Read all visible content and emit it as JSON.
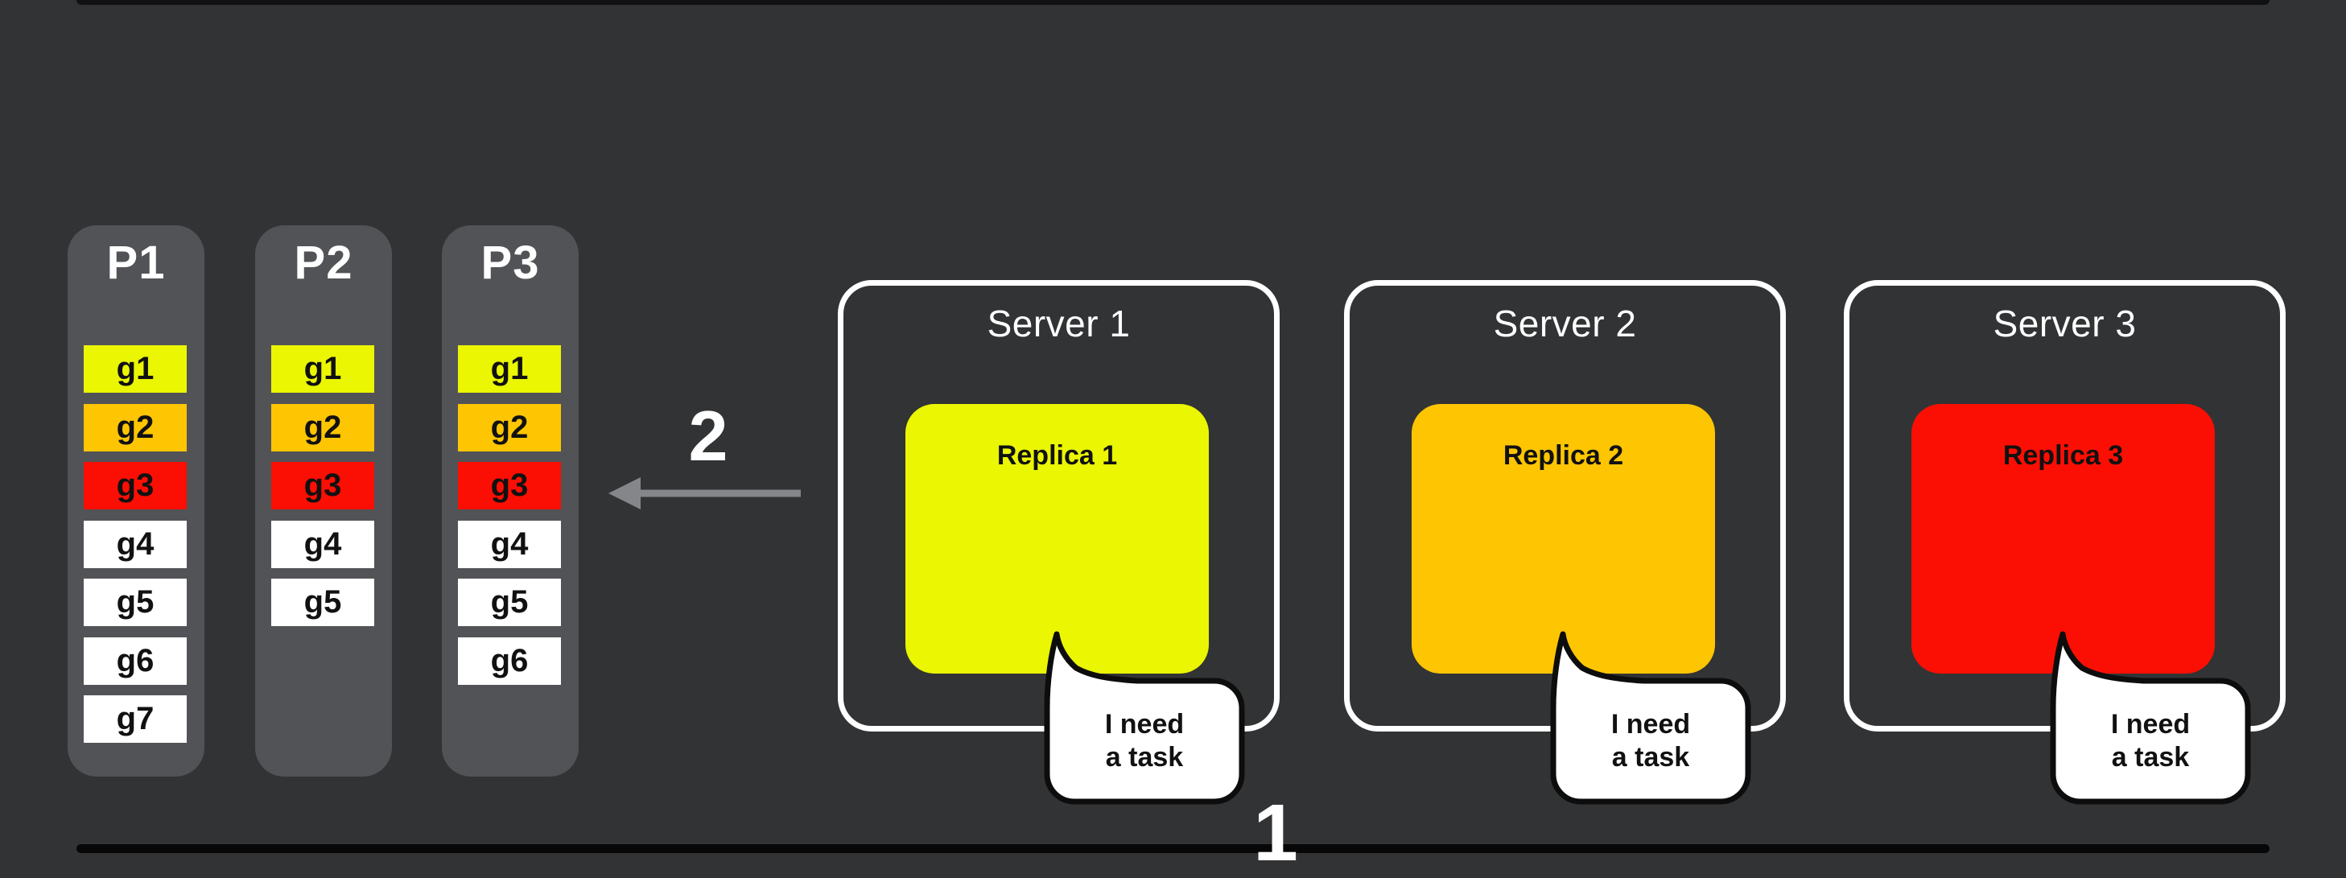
{
  "colors": {
    "background": "#323334",
    "panel_gray": "#525356",
    "task_yellow": "#EAF602",
    "task_orange": "#FDC502",
    "task_red": "#FB0E03",
    "task_white": "#FFFFFF",
    "text_dark": "#111111",
    "text_light": "#FFFFFF",
    "arrow_gray": "#85868A",
    "bubble_fill": "#FFFFFF",
    "bubble_border": "#0D0D0D",
    "server_border": "#FFFFFF",
    "frame_bar": "#070708"
  },
  "partitions": [
    {
      "label": "P1",
      "tasks": [
        {
          "id": "g1",
          "color": "yellow"
        },
        {
          "id": "g2",
          "color": "orange"
        },
        {
          "id": "g3",
          "color": "red"
        },
        {
          "id": "g4",
          "color": "white"
        },
        {
          "id": "g5",
          "color": "white"
        },
        {
          "id": "g6",
          "color": "white"
        },
        {
          "id": "g7",
          "color": "white"
        }
      ]
    },
    {
      "label": "P2",
      "tasks": [
        {
          "id": "g1",
          "color": "yellow"
        },
        {
          "id": "g2",
          "color": "orange"
        },
        {
          "id": "g3",
          "color": "red"
        },
        {
          "id": "g4",
          "color": "white"
        },
        {
          "id": "g5",
          "color": "white"
        }
      ]
    },
    {
      "label": "P3",
      "tasks": [
        {
          "id": "g1",
          "color": "yellow"
        },
        {
          "id": "g2",
          "color": "orange"
        },
        {
          "id": "g3",
          "color": "red"
        },
        {
          "id": "g4",
          "color": "white"
        },
        {
          "id": "g5",
          "color": "white"
        },
        {
          "id": "g6",
          "color": "white"
        }
      ]
    }
  ],
  "servers": [
    {
      "title": "Server 1",
      "replica": {
        "label": "Replica 1",
        "color": "yellow"
      },
      "bubble": {
        "line1": "I need",
        "line2": "a task"
      }
    },
    {
      "title": "Server 2",
      "replica": {
        "label": "Replica 2",
        "color": "orange"
      },
      "bubble": {
        "line1": "I need",
        "line2": "a task"
      }
    },
    {
      "title": "Server 3",
      "replica": {
        "label": "Replica 3",
        "color": "red"
      },
      "bubble": {
        "line1": "I need",
        "line2": "a task"
      }
    }
  ],
  "steps": {
    "request_label": "1",
    "assign_label": "2"
  }
}
